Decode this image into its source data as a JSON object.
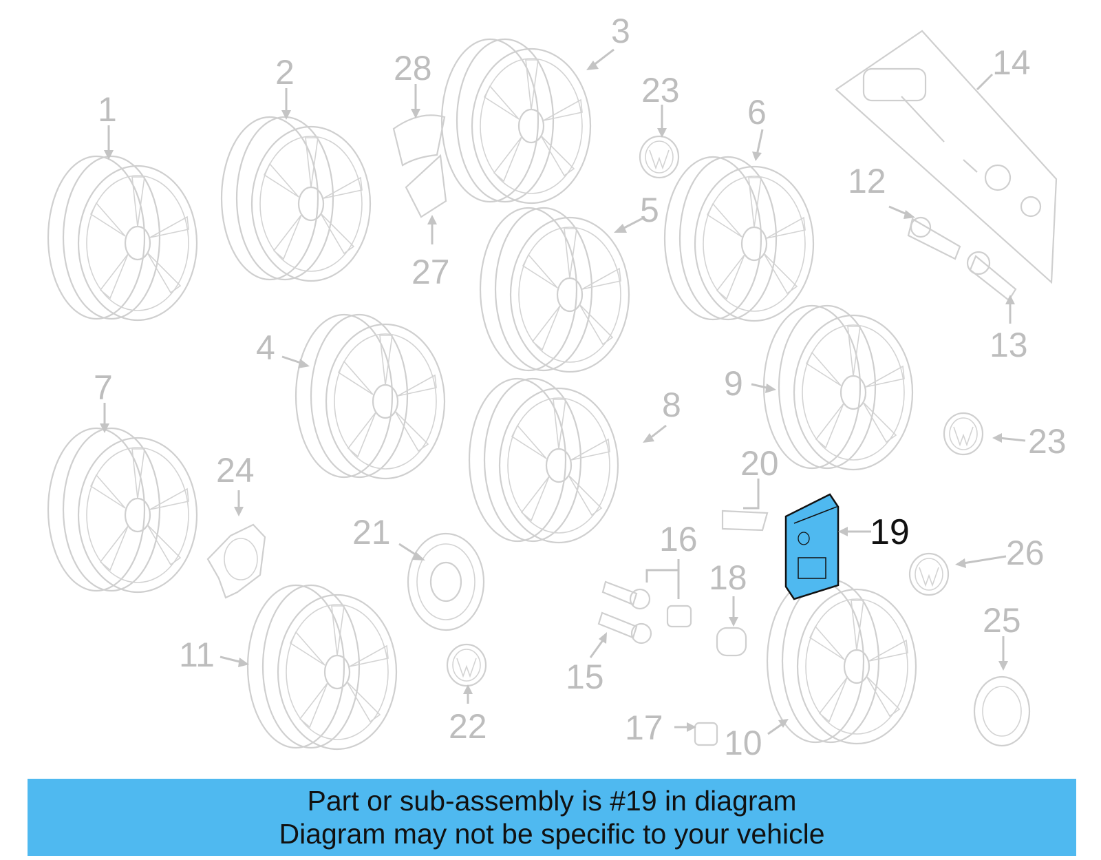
{
  "labels": {
    "l1": "1",
    "l2": "2",
    "l3": "3",
    "l4": "4",
    "l5": "5",
    "l6": "6",
    "l7": "7",
    "l8": "8",
    "l9": "9",
    "l10": "10",
    "l11": "11",
    "l12": "12",
    "l13": "13",
    "l14": "14",
    "l15": "15",
    "l16": "16",
    "l17": "17",
    "l18": "18",
    "l19": "19",
    "l20": "20",
    "l21": "21",
    "l22": "22",
    "l23a": "23",
    "l23b": "23",
    "l24": "24",
    "l25": "25",
    "l26": "26",
    "l27": "27",
    "l28": "28"
  },
  "highlight": {
    "color": "#4fb9f0",
    "part": "19"
  },
  "caption": {
    "line1": "Part or sub-assembly is #19 in diagram",
    "line2": "Diagram may not be specific to your vehicle"
  }
}
